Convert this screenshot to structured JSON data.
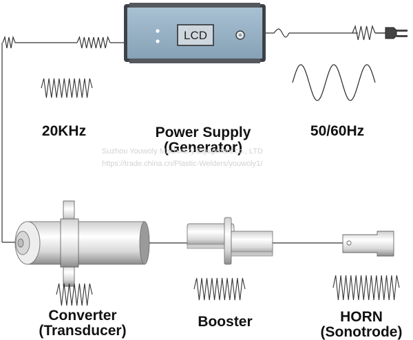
{
  "generator": {
    "display_label": "LCD",
    "name": "Power Supply",
    "subname": "(Generator)"
  },
  "signals": {
    "ultrasonic_label": "20KHz",
    "mains_label": "50/60Hz"
  },
  "components": {
    "converter": {
      "name": "Converter",
      "subname": "(Transducer)"
    },
    "booster": {
      "name": "Booster"
    },
    "horn": {
      "name": "HORN",
      "subname": "(Sonotrode)"
    }
  },
  "watermark": {
    "company": "Suzhou Youwoly Machinery Equipment co., LTD",
    "url": "https://trade.china.cn/Plastic-Welders/youwoly1/"
  },
  "colors": {
    "line": "#333333",
    "generator_face": "#9ab4c8",
    "generator_frame": "#4a4f55",
    "metal_light": "#f4f4f4",
    "metal_dark": "#9a9a9a"
  }
}
